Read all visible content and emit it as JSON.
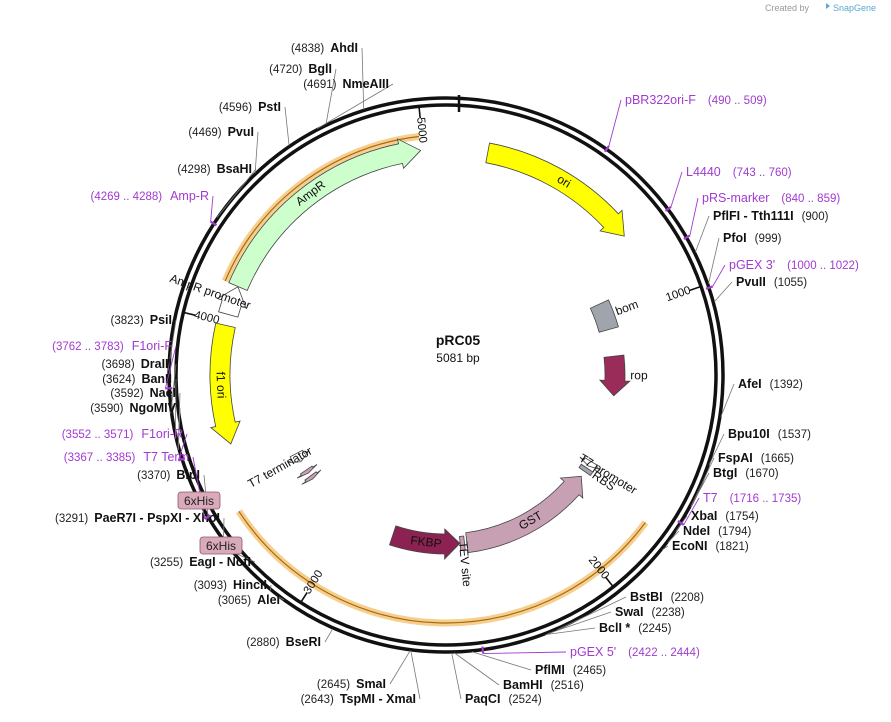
{
  "watermark": {
    "prefix": "Created by",
    "brand": "SnapGene"
  },
  "plasmid": {
    "name": "pRC05",
    "size_label": "5081 bp",
    "length": 5081
  },
  "ruler": [
    {
      "pos": 1000,
      "label": "1000"
    },
    {
      "pos": 2000,
      "label": "2000"
    },
    {
      "pos": 3000,
      "label": "3000"
    },
    {
      "pos": 4000,
      "label": "4000"
    },
    {
      "pos": 5000,
      "label": "5000"
    }
  ],
  "features": [
    {
      "name": "ori",
      "start": 150,
      "end": 735,
      "dir": 1,
      "color": "#ffff00",
      "track": 1
    },
    {
      "name": "bom",
      "start": 920,
      "end": 1050,
      "dir": 0,
      "color": "#a0a4ac",
      "track": 2
    },
    {
      "name": "rop",
      "start": 1180,
      "end": 1370,
      "dir": 1,
      "color": "#9a2c5a",
      "track": 2
    },
    {
      "name": "T7 promoter",
      "start": 1705,
      "end": 1730,
      "dir": 1,
      "color": "#ffffff",
      "track": 2
    },
    {
      "name": "RBS",
      "start": 1742,
      "end": 1762,
      "dir": 0,
      "color": "#a0a4ac",
      "track": 2
    },
    {
      "name": "GST",
      "start": 1790,
      "end": 2440,
      "dir": -1,
      "color": "#c8a0b4",
      "track": 2
    },
    {
      "name": "TEV site",
      "start": 2452,
      "end": 2473,
      "dir": 0,
      "color": "#c8a0b4",
      "track": 2
    },
    {
      "name": "FKBP",
      "start": 2474,
      "end": 2800,
      "dir": -1,
      "color": "#8b2252",
      "track": 2
    },
    {
      "name": "6xHis",
      "start": 3310,
      "end": 3328,
      "dir": -1,
      "color": "#c8a0b4",
      "track": 2
    },
    {
      "name": "6xHis",
      "start": 3275,
      "end": 3293,
      "dir": -1,
      "color": "#c8a0b4",
      "track": 2
    },
    {
      "name": "T7 terminator",
      "start": 3375,
      "end": 3420,
      "dir": -1,
      "color": "#ffffff",
      "track": 2
    },
    {
      "name": "f1 ori",
      "start": 3560,
      "end": 3990,
      "dir": -1,
      "color": "#ffff00",
      "track": 1
    },
    {
      "name": "AmpR promoter",
      "start": 4030,
      "end": 4135,
      "dir": 1,
      "color": "#ffffff",
      "track": 1
    },
    {
      "name": "AmpR",
      "start": 4136,
      "end": 4990,
      "dir": 1,
      "color": "#ccffcc",
      "track": 1
    }
  ],
  "orfs": [
    {
      "start": 4136,
      "end": 4990
    },
    {
      "start": 1785,
      "end": 3340
    }
  ],
  "enzymes": [
    {
      "name": "AhdI",
      "pos": "(4838)",
      "site": 4838
    },
    {
      "name": "BglI",
      "pos": "(4720)",
      "site": 4720
    },
    {
      "name": "NmeAIII",
      "pos": "(4691)",
      "site": 4691
    },
    {
      "name": "PstI",
      "pos": "(4596)",
      "site": 4596
    },
    {
      "name": "PvuI",
      "pos": "(4469)",
      "site": 4469
    },
    {
      "name": "BsaHI",
      "pos": "(4298)",
      "site": 4298
    },
    {
      "name": "PsiI",
      "pos": "(3823)",
      "site": 3823
    },
    {
      "name": "DraIII",
      "pos": "(3698)",
      "site": 3698
    },
    {
      "name": "BanII",
      "pos": "(3624)",
      "site": 3624
    },
    {
      "name": "NaeI",
      "pos": "(3592)",
      "site": 3592
    },
    {
      "name": "NgoMIV",
      "pos": "(3590)",
      "site": 3590
    },
    {
      "name": "BlpI",
      "pos": "(3370)",
      "site": 3370
    },
    {
      "name": "PaeR7I - PspXI - XhoI",
      "pos": "(3291)",
      "site": 3291
    },
    {
      "name": "EagI - NotI",
      "pos": "(3255)",
      "site": 3255
    },
    {
      "name": "HincII",
      "pos": "(3093)",
      "site": 3093
    },
    {
      "name": "AleI",
      "pos": "(3065)",
      "site": 3065
    },
    {
      "name": "BseRI",
      "pos": "(2880)",
      "site": 2880
    },
    {
      "name": "SmaI",
      "pos": "(2645)",
      "site": 2645
    },
    {
      "name": "TspMI - XmaI",
      "pos": "(2643)",
      "site": 2643
    },
    {
      "name": "PaqCI",
      "pos": "(2524)",
      "site": 2524
    },
    {
      "name": "BamHI",
      "pos": "(2516)",
      "site": 2516
    },
    {
      "name": "PflMI",
      "pos": "(2465)",
      "site": 2465
    },
    {
      "name": "BclI *",
      "pos": "(2245)",
      "site": 2245
    },
    {
      "name": "SwaI",
      "pos": "(2238)",
      "site": 2238
    },
    {
      "name": "BstBI",
      "pos": "(2208)",
      "site": 2208
    },
    {
      "name": "EcoNI",
      "pos": "(1821)",
      "site": 1821
    },
    {
      "name": "NdeI",
      "pos": "(1794)",
      "site": 1794
    },
    {
      "name": "XbaI",
      "pos": "(1754)",
      "site": 1754
    },
    {
      "name": "BtgI",
      "pos": "(1670)",
      "site": 1670
    },
    {
      "name": "FspAI",
      "pos": "(1665)",
      "site": 1665
    },
    {
      "name": "Bpu10I",
      "pos": "(1537)",
      "site": 1537
    },
    {
      "name": "AfeI",
      "pos": "(1392)",
      "site": 1392
    },
    {
      "name": "PvuII",
      "pos": "(1055)",
      "site": 1055
    },
    {
      "name": "PfoI",
      "pos": "(999)",
      "site": 999
    },
    {
      "name": "PflFI - Tth111I",
      "pos": "(900)",
      "site": 900
    }
  ],
  "primers": [
    {
      "name": "pBR322ori-F",
      "range": "(490 .. 509)",
      "site": 500
    },
    {
      "name": "L4440",
      "range": "(743 .. 760)",
      "site": 751
    },
    {
      "name": "pRS-marker",
      "range": "(840 .. 859)",
      "site": 850
    },
    {
      "name": "pGEX 3'",
      "range": "(1000 .. 1022)",
      "site": 1011
    },
    {
      "name": "T7",
      "range": "(1716 .. 1735)",
      "site": 1725
    },
    {
      "name": "pGEX 5'",
      "range": "(2422 .. 2444)",
      "site": 2433
    },
    {
      "name": "T7 Term",
      "range": "(3367 .. 3385)",
      "site": 3376
    },
    {
      "name": "F1ori-R",
      "range": "(3552 .. 3571)",
      "site": 3561
    },
    {
      "name": "F1ori-F",
      "range": "(3762 .. 3783)",
      "site": 3772
    },
    {
      "name": "Amp-R",
      "range": "(4269 .. 4288)",
      "site": 4278
    }
  ],
  "colors": {
    "primer": "#a23ad0",
    "orf": "#e8a030",
    "backbone": "#111111"
  }
}
